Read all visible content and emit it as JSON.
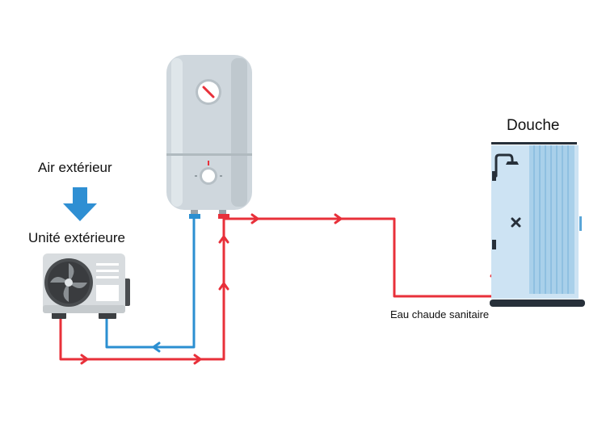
{
  "labels": {
    "air_exterieur": "Air extérieur",
    "unite_exterieure": "Unité extérieure",
    "douche": "Douche",
    "eau_chaude": "Eau chaude sanitaire"
  },
  "colors": {
    "hot_pipe": "#e8303a",
    "cold_pipe": "#2b8fd1",
    "tank_body": "#cfd7dd",
    "outdoor_unit": "#d8dcdf",
    "fan_dark": "#4a4d50",
    "shower_glass": "#cde3f3",
    "shower_frame": "#27303a",
    "air_arrow": "#2f8fd3"
  }
}
